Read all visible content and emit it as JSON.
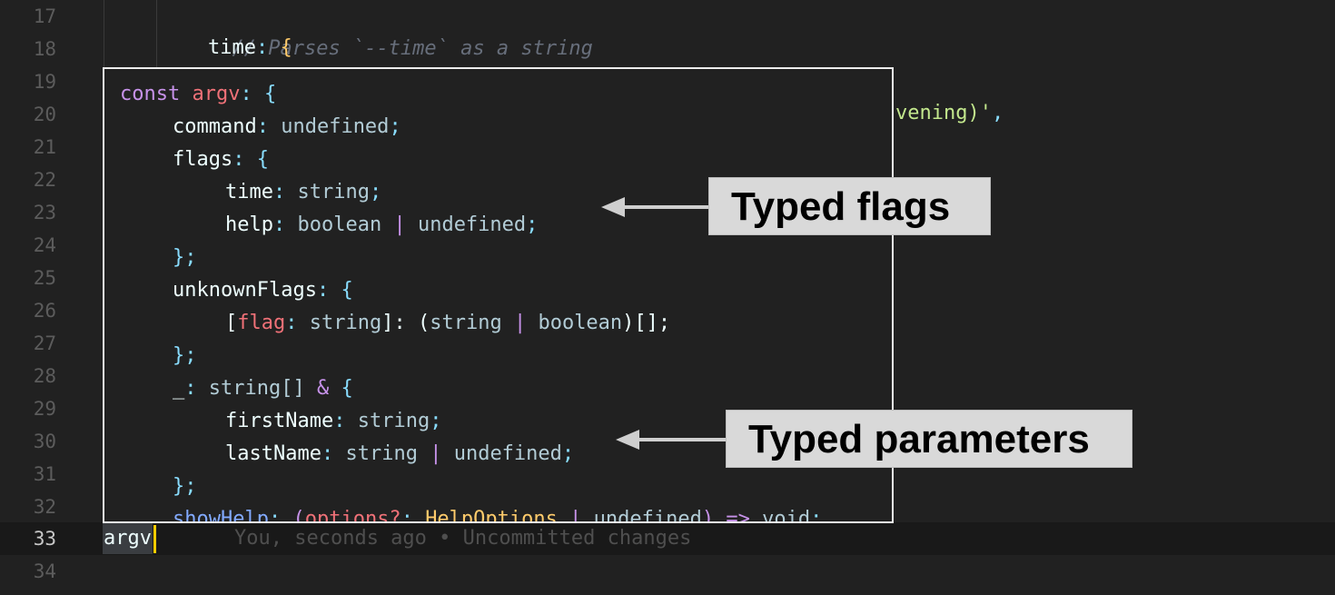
{
  "editor": {
    "line_numbers": [
      "17",
      "18",
      "19",
      "20",
      "21",
      "22",
      "23",
      "24",
      "25",
      "26",
      "27",
      "28",
      "29",
      "30",
      "31",
      "32",
      "33",
      "34"
    ],
    "active_line": "33",
    "background_lines": {
      "l17_comment": "// Parses `--time` as a string",
      "l18_prop": "time",
      "l18_colon": ":",
      "l18_brace": "{",
      "l20_tail_string": "vening)'",
      "l20_tail_comma": ","
    },
    "current_line": {
      "text": "argv",
      "blame": "You, seconds ago • Uncommitted changes"
    }
  },
  "hover": {
    "l1": [
      "const",
      "argv",
      ":",
      "{"
    ],
    "l2": [
      "command",
      ":",
      "undefined",
      ";"
    ],
    "l3": [
      "flags",
      ":",
      "{"
    ],
    "l4": [
      "time",
      ":",
      "string",
      ";"
    ],
    "l5": [
      "help",
      ":",
      "boolean",
      "|",
      "undefined",
      ";"
    ],
    "l6": "};",
    "l7": [
      "unknownFlags",
      ":",
      "{"
    ],
    "l8": [
      "[",
      "flag",
      ":",
      "string",
      "]:",
      "(",
      "string",
      "|",
      "boolean",
      ")[];"
    ],
    "l9": "};",
    "l10": [
      "_",
      ":",
      "string[]",
      "&",
      "{"
    ],
    "l11": [
      "firstName",
      ":",
      "string",
      ";"
    ],
    "l12": [
      "lastName",
      ":",
      "string",
      "|",
      "undefined",
      ";"
    ],
    "l13": "};",
    "l14": [
      "showHelp",
      ":",
      "(",
      "options?",
      ":",
      "HelpOptions",
      "|",
      "undefined",
      ")",
      "=>",
      "void",
      ";"
    ]
  },
  "callouts": {
    "flags": "Typed flags",
    "params": "Typed parameters"
  },
  "colors": {
    "background": "#212121",
    "keyword": "#c792ea",
    "variable": "#f07178",
    "punctuation": "#89ddff",
    "type": "#b2ccd6",
    "function": "#82aaff",
    "class": "#ffcb6b",
    "string": "#c3e88d",
    "cursor": "#ffcc00",
    "callout_bg": "#d9d9d9"
  }
}
